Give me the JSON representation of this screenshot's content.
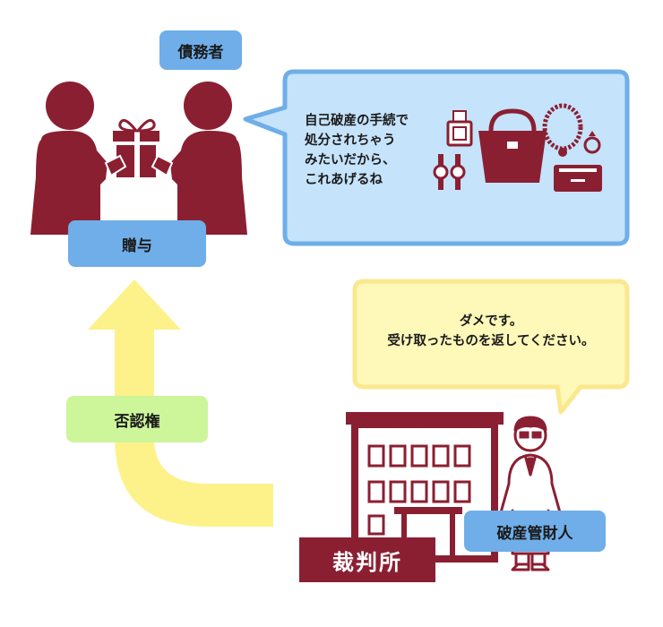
{
  "labels": {
    "debtor": "債務者",
    "gift": "贈与",
    "denial_right": "否認権",
    "trustee": "破産管財人",
    "court": "裁判所"
  },
  "bubbles": {
    "debtor_speech": "自己破産の手続で\n処分されちゃう\nみたいだから、\nこれあげるね",
    "trustee_speech": "ダメです。\n受け取ったものを返してください。"
  },
  "colors": {
    "maroon": "#8b1f32",
    "blue_label": "#6faee8",
    "blue_bubble_fill": "#c5e3fb",
    "blue_bubble_stroke": "#6faee8",
    "yellow_bubble_fill": "#fef8b9",
    "yellow_bubble_stroke": "#fbe88e",
    "arrow_yellow": "#fdf28a",
    "green_label": "#cdf59a"
  },
  "icons": [
    "people-icon",
    "gift-icon",
    "perfume-icon",
    "handbag-icon",
    "necklace-icon",
    "ring-icon",
    "wallet-icon",
    "watch-icon",
    "building-icon",
    "trustee-person-icon"
  ]
}
